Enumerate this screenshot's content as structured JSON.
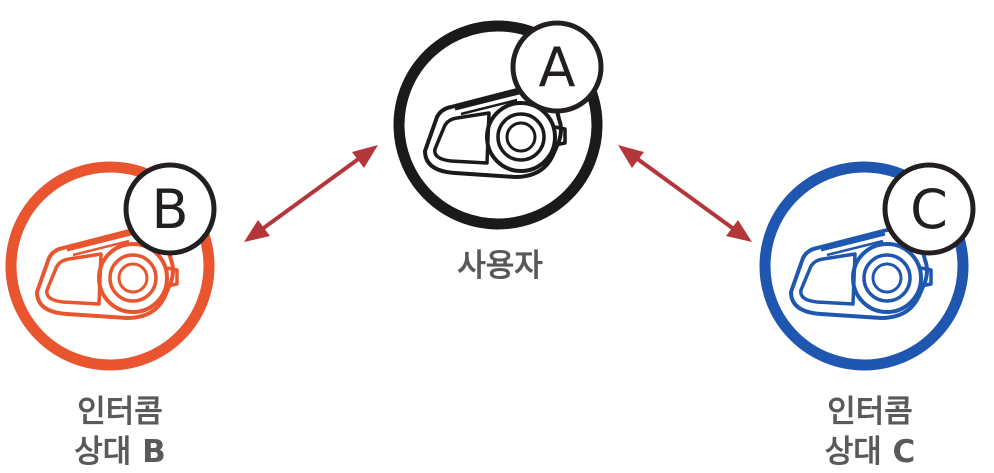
{
  "colors": {
    "a": "#1a1a1a",
    "b": "#e8552f",
    "c": "#1f57b0",
    "arrow": "#b3363b",
    "caption": "#595959"
  },
  "nodes": {
    "a": {
      "letter": "A",
      "label": "사용자",
      "icon": "intercom-device-icon"
    },
    "b": {
      "letter": "B",
      "label_line1": "인터콤",
      "label_line2": "상대 B",
      "icon": "intercom-device-icon"
    },
    "c": {
      "letter": "C",
      "label_line1": "인터콤",
      "label_line2": "상대 C",
      "icon": "intercom-device-icon"
    }
  },
  "connections": [
    {
      "from": "A",
      "to": "B",
      "type": "double-arrow"
    },
    {
      "from": "A",
      "to": "C",
      "type": "double-arrow"
    }
  ]
}
